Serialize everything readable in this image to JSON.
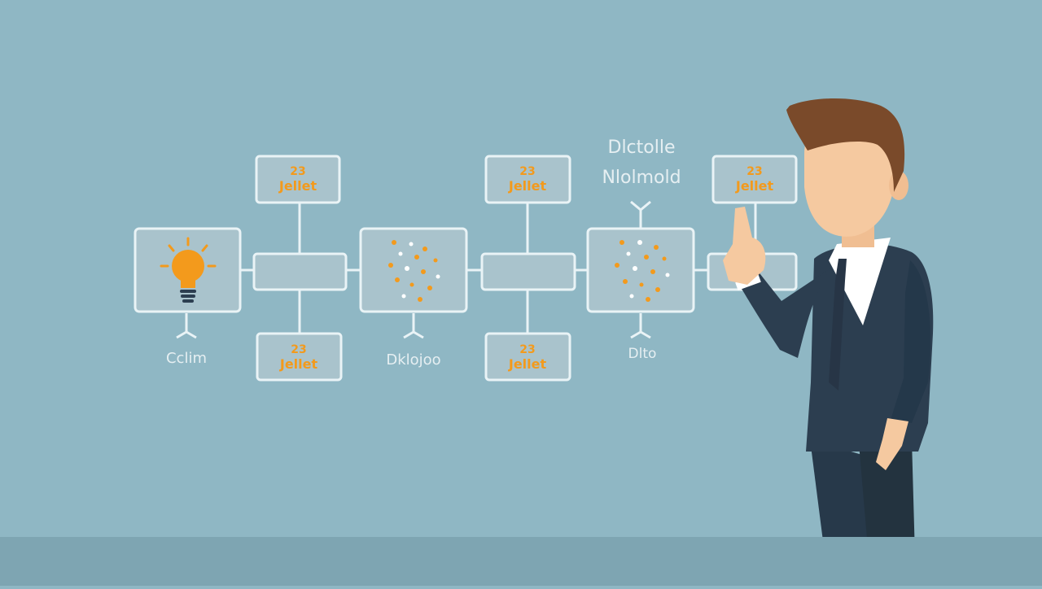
{
  "diagram": {
    "top_box_label_line1": "23",
    "top_box_label_line2": "Jellet",
    "bottom_box_label_line1": "23",
    "bottom_box_label_line2": "Jellet",
    "caption_left": "Cclim",
    "caption_middle": "Dklojoo",
    "caption_right": "Dlto",
    "heading_line1": "Dlctolle",
    "heading_line2": "Nlolmold"
  },
  "colors": {
    "background": "#8fb7c4",
    "floor": "#7ea5b2",
    "box_fill": "#a9c3cc",
    "box_stroke": "#e9f3f6",
    "accent_orange": "#f39a1c",
    "label_text": "#e6eff2",
    "suit": "#2c3e50",
    "hair": "#7a4a2a",
    "skin": "#f5c9a0"
  },
  "icons": [
    "lightbulb-icon",
    "data-scatter-icon",
    "hand-pointing"
  ]
}
